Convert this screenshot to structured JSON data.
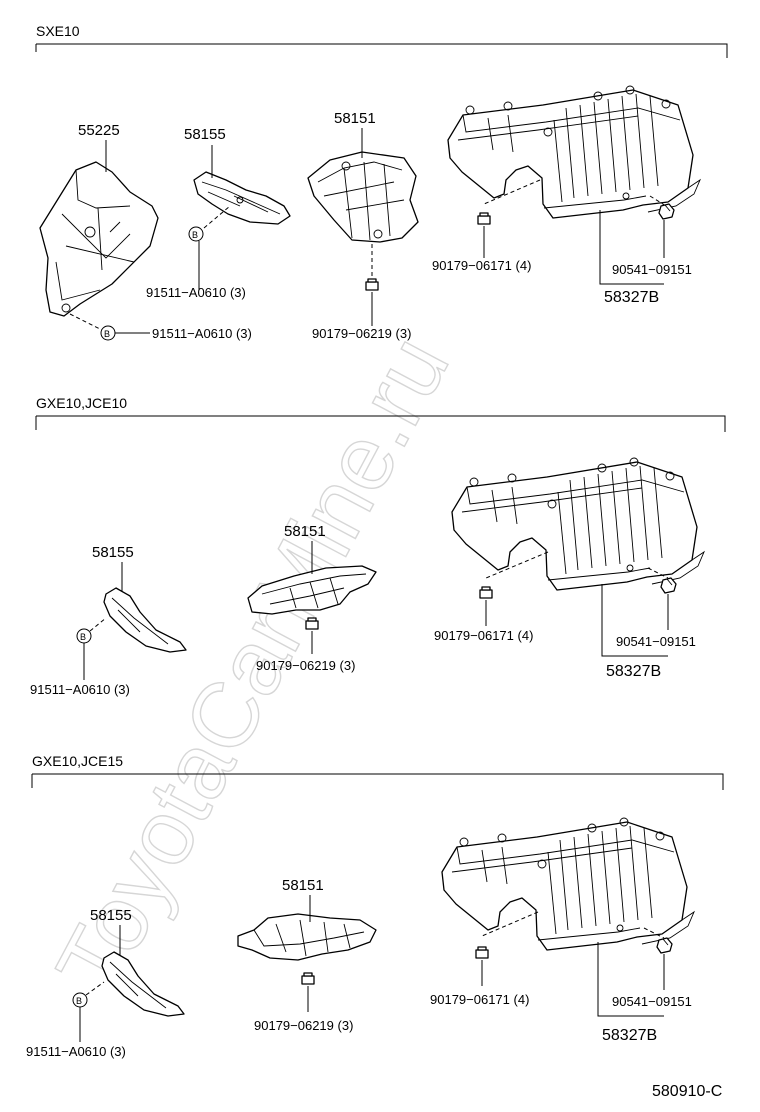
{
  "watermark": "ToyotaCarMine.ru",
  "drawing_id": "580910-C",
  "sections": [
    {
      "header": "SXE10",
      "labels": {
        "p55225": "55225",
        "p58155": "58155",
        "p58151": "58151",
        "clip_b_1": "91511−A0610 (3)",
        "clip_b_2": "91511−A0610 (3)",
        "nut_58151": "90179−06219 (3)",
        "nut_cover": "90179−06171 (4)",
        "bolt_cover": "90541−09151",
        "cover": "58327B"
      }
    },
    {
      "header": "GXE10,JCE10",
      "labels": {
        "p58155": "58155",
        "p58151": "58151",
        "clip_b": "91511−A0610 (3)",
        "nut_58151": "90179−06219 (3)",
        "nut_cover": "90179−06171 (4)",
        "bolt_cover": "90541−09151",
        "cover": "58327B"
      }
    },
    {
      "header": "GXE10,JCE15",
      "labels": {
        "p58155": "58155",
        "p58151": "58151",
        "clip_b": "91511−A0610 (3)",
        "nut_58151": "90179−06219 (3)",
        "nut_cover": "90179−06171 (4)",
        "bolt_cover": "90541−09151",
        "cover": "58327B"
      }
    }
  ],
  "callout_b": "B"
}
